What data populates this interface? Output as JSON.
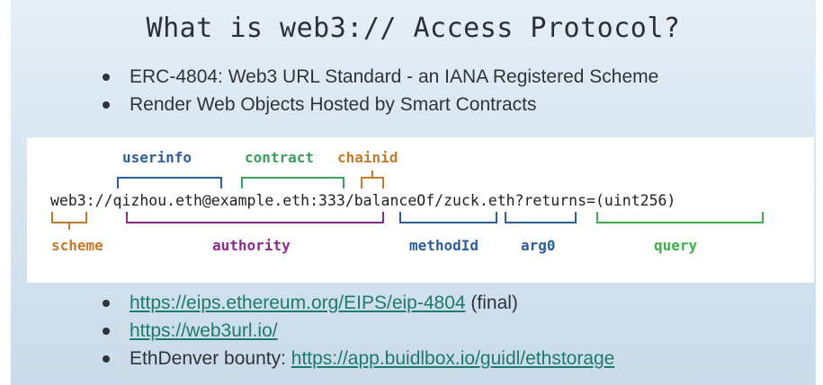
{
  "title": "What is web3:// Access Protocol?",
  "top_bullets": [
    "ERC-4804: Web3 URL Standard - an IANA Registered Scheme",
    "Render Web Objects Hosted by Smart Contracts"
  ],
  "diagram": {
    "url": "web3://qizhou.eth@example.eth:333/balanceOf/zuck.eth?returns=(uint256)",
    "labels": {
      "userinfo": "userinfo",
      "contract": "contract",
      "chainid": "chainid",
      "scheme": "scheme",
      "authority": "authority",
      "methodId": "methodId",
      "arg0": "arg0",
      "query": "query"
    },
    "colors": {
      "scheme": "#c27a2c",
      "userinfo": "#2e5d9b",
      "contract": "#3c9f5a",
      "chainid": "#c27a2c",
      "authority": "#8c2a8c",
      "methodId": "#2e5d9b",
      "arg0": "#2e5d9b",
      "query": "#3db04a"
    }
  },
  "bottom_bullets": {
    "item1": {
      "link": "https://eips.ethereum.org/EIPS/eip-4804",
      "suffix": " (final)"
    },
    "item2": {
      "link": "https://web3url.io/"
    },
    "item3": {
      "prefix": "EthDenver bounty: ",
      "link": "https://app.buidlbox.io/guidl/ethstorage"
    }
  },
  "link_color": "#1f7a6a"
}
